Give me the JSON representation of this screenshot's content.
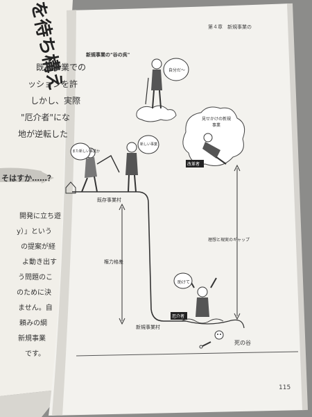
{
  "left_page": {
    "heading_fragment": "を待ち構え",
    "lines": [
      "既存事業での",
      "ッションを許",
      "しかし、実際",
      "\"厄介者\"にな",
      "地が逆転した"
    ],
    "section_heading": "そはすか……？",
    "lower_lines": [
      "開発に立ち遊",
      "y）」という",
      "の提案が経",
      "よ動き出す",
      "う問題のこ",
      "のために決",
      "ません。自",
      "頼みの綱",
      "新規事業",
      "です。"
    ]
  },
  "right_page": {
    "running_header": "第４章　新規事業の",
    "figure_caption": "新規事業の\"谷の呉\"",
    "speech_bubbles": {
      "hero": "自分だ〜",
      "worker": "また新しい事業か",
      "manager": "新しい事業",
      "rescue": "助けて"
    },
    "labels": {
      "existing_village": "既存事業村",
      "new_village": "新規事業村",
      "power_gap": "権力格差",
      "ideal_gap": "理想と現実のギャップ",
      "trouble_maker": "厄介者",
      "reformer": "改革者",
      "fake_reform": "見せかけの新規事業",
      "valley_of_death": "死の谷"
    },
    "page_number": "115"
  }
}
